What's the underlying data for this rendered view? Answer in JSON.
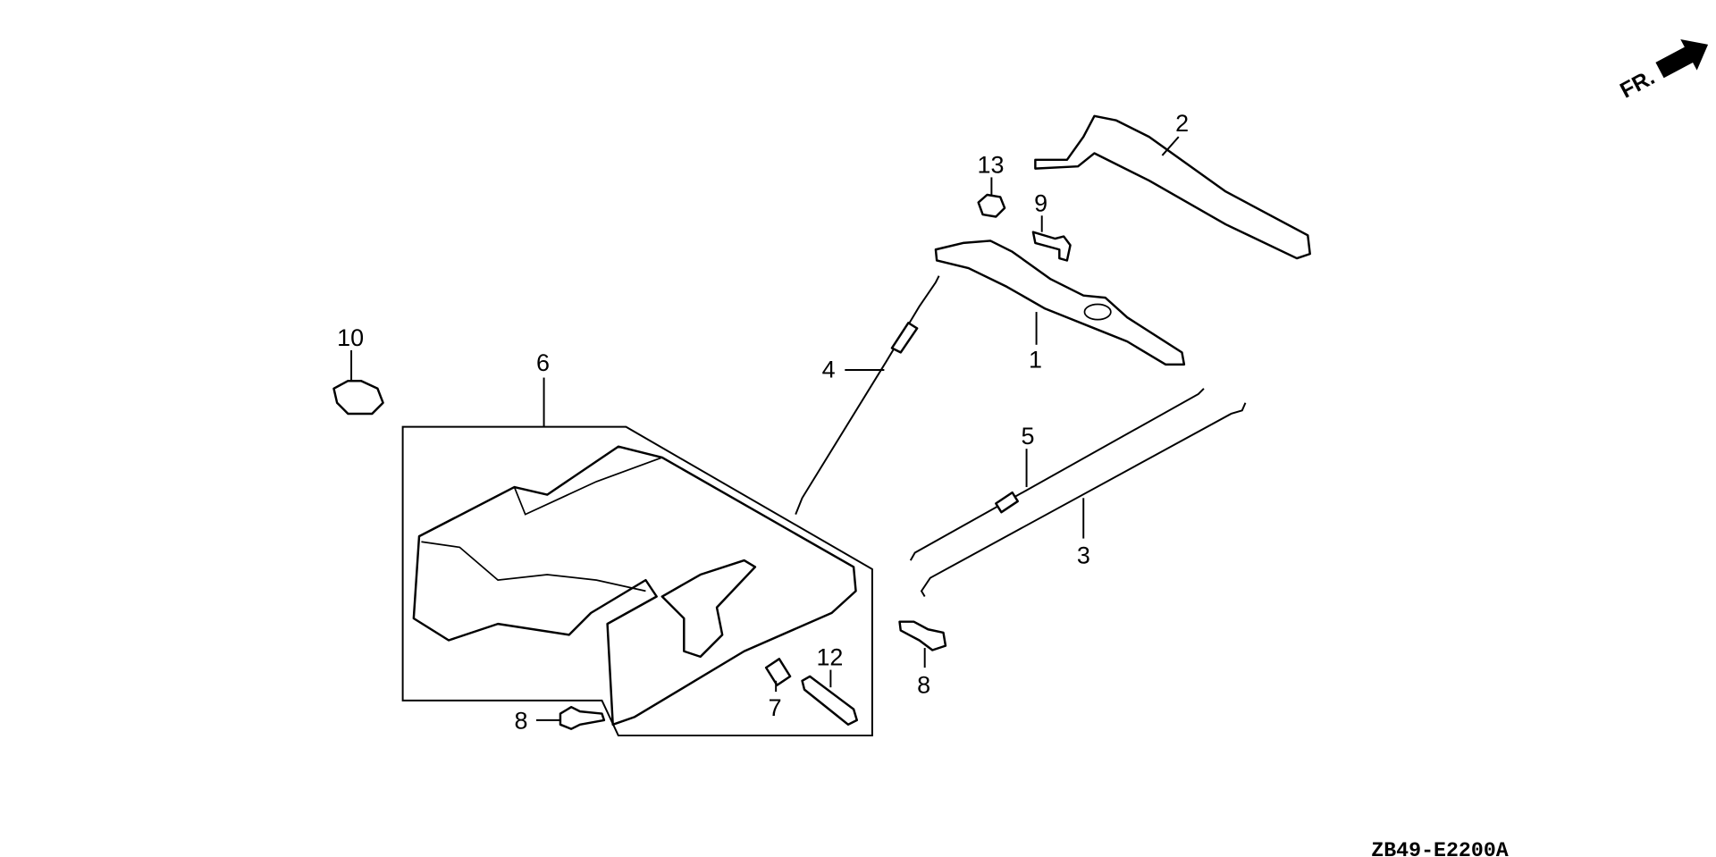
{
  "diagram": {
    "direction_marker": "FR.",
    "drawing_code": "ZB49-E2200",
    "drawing_code_suffix": "A",
    "callouts": [
      {
        "id": "1",
        "label": "1"
      },
      {
        "id": "2",
        "label": "2"
      },
      {
        "id": "3",
        "label": "3"
      },
      {
        "id": "4",
        "label": "4"
      },
      {
        "id": "5",
        "label": "5"
      },
      {
        "id": "6",
        "label": "6"
      },
      {
        "id": "7",
        "label": "7"
      },
      {
        "id": "8a",
        "label": "8"
      },
      {
        "id": "8b",
        "label": "8"
      },
      {
        "id": "9",
        "label": "9"
      },
      {
        "id": "10",
        "label": "10"
      },
      {
        "id": "12",
        "label": "12"
      },
      {
        "id": "13",
        "label": "13"
      }
    ]
  }
}
